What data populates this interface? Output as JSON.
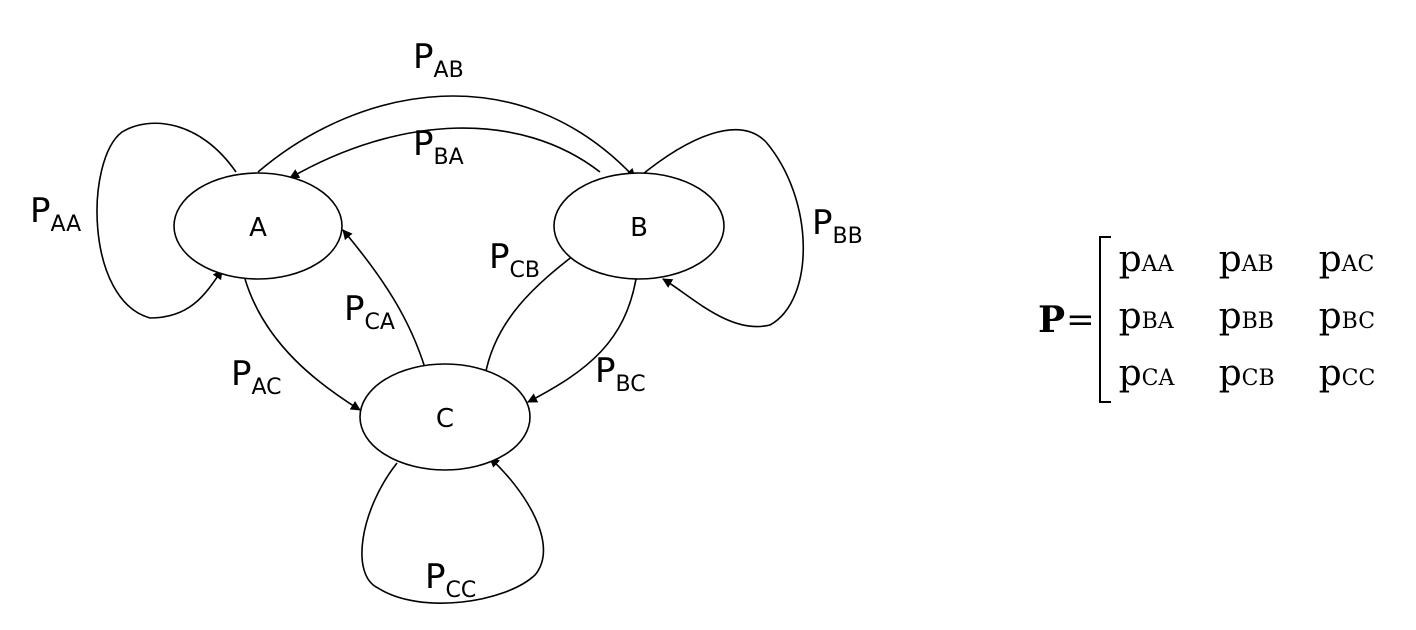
{
  "nodes": {
    "A": "A",
    "B": "B",
    "C": "C"
  },
  "edge_labels": {
    "AA": {
      "main": "P",
      "sub": "AA"
    },
    "AB": {
      "main": "P",
      "sub": "AB"
    },
    "BA": {
      "main": "P",
      "sub": "BA"
    },
    "BB": {
      "main": "P",
      "sub": "BB"
    },
    "CB": {
      "main": "P",
      "sub": "CB"
    },
    "CA": {
      "main": "P",
      "sub": "CA"
    },
    "AC": {
      "main": "P",
      "sub": "AC"
    },
    "BC": {
      "main": "P",
      "sub": "BC"
    },
    "CC": {
      "main": "P",
      "sub": "CC"
    }
  },
  "matrix": {
    "symbol": "P",
    "equals": "=",
    "entry_letter": "p",
    "cells": [
      [
        "AA",
        "AB",
        "AC"
      ],
      [
        "BA",
        "BB",
        "BC"
      ],
      [
        "CA",
        "CB",
        "CC"
      ]
    ]
  }
}
